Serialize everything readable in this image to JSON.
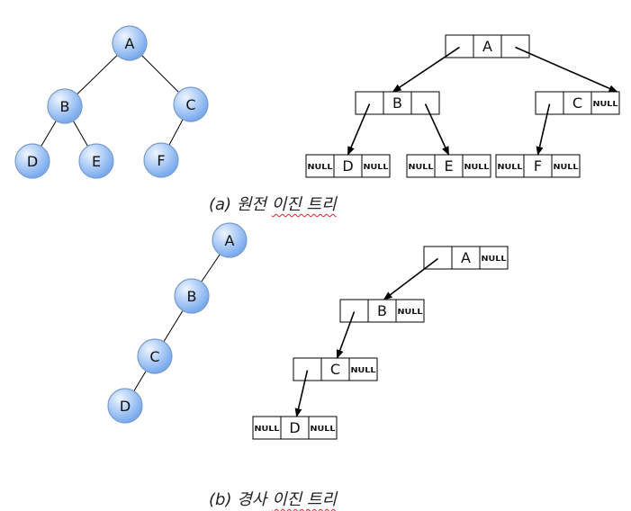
{
  "null_label": "NULL",
  "section_a": {
    "caption_prefix": "(a)",
    "caption_word1": "원전",
    "caption_word2": "이진 트리",
    "tree": {
      "nodes": [
        "A",
        "B",
        "C",
        "D",
        "E",
        "F"
      ],
      "edges": [
        [
          "A",
          "B"
        ],
        [
          "A",
          "C"
        ],
        [
          "B",
          "D"
        ],
        [
          "B",
          "E"
        ],
        [
          "C",
          "F"
        ]
      ]
    },
    "linked": {
      "nodes": [
        {
          "label": "A",
          "left": "link",
          "right": "link"
        },
        {
          "label": "B",
          "left": "link",
          "right": "link"
        },
        {
          "label": "C",
          "left": "link",
          "right": "NULL"
        },
        {
          "label": "D",
          "left": "NULL",
          "right": "NULL"
        },
        {
          "label": "E",
          "left": "NULL",
          "right": "NULL"
        },
        {
          "label": "F",
          "left": "NULL",
          "right": "NULL"
        }
      ]
    }
  },
  "section_b": {
    "caption_prefix": "(b)",
    "caption_word1": "경사",
    "caption_word2": "이진 트리",
    "tree": {
      "nodes": [
        "A",
        "B",
        "C",
        "D"
      ],
      "edges": [
        [
          "A",
          "B"
        ],
        [
          "B",
          "C"
        ],
        [
          "C",
          "D"
        ]
      ]
    },
    "linked": {
      "nodes": [
        {
          "label": "A",
          "left": "link",
          "right": "NULL"
        },
        {
          "label": "B",
          "left": "link",
          "right": "NULL"
        },
        {
          "label": "C",
          "left": "link",
          "right": "NULL"
        },
        {
          "label": "D",
          "left": "NULL",
          "right": "NULL"
        }
      ]
    }
  },
  "colors": {
    "node_fill_light": "#eaf3ff",
    "node_fill_dark": "#7aaef0",
    "node_stroke": "#7a9cc9",
    "line": "#000000"
  }
}
